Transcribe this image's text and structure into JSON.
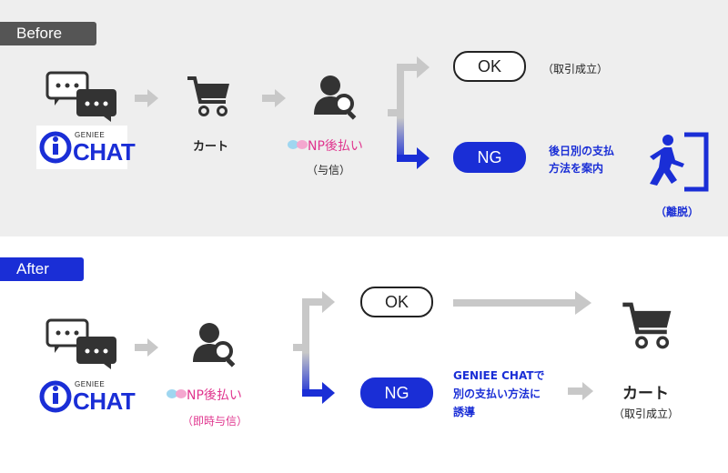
{
  "colors": {
    "accent_blue": "#1a2ed6",
    "dark_gray": "#333333",
    "arrow_gray": "#c8c8c8",
    "pink": "#e0358e",
    "panel_bg": "#eeeeee"
  },
  "before": {
    "tag": "Before",
    "logo": {
      "brand": "GENIEE",
      "product": "CHAT"
    },
    "cart_label": "カート",
    "np_logo": "NP後払い",
    "np_sub": "（与信）",
    "ok_label": "OK",
    "ok_note": "（取引成立）",
    "ng_label": "NG",
    "ng_note_line1": "後日別の支払",
    "ng_note_line2": "方法を案内",
    "exit_note": "（離脱）"
  },
  "after": {
    "tag": "After",
    "logo": {
      "brand": "GENIEE",
      "product": "CHAT"
    },
    "np_logo": "NP後払い",
    "np_sub": "（即時与信）",
    "ok_label": "OK",
    "ng_label": "NG",
    "ng_note_line1": "GENIEE CHATで",
    "ng_note_line2": "別の支払い方法に",
    "ng_note_line3": "誘導",
    "cart_label": "カート",
    "cart_sub": "（取引成立）"
  },
  "icons": [
    "chat-bubbles-icon",
    "shopping-cart-icon",
    "user-search-icon",
    "exit-person-icon",
    "np-butterfly-icon",
    "geniee-logo-icon"
  ]
}
